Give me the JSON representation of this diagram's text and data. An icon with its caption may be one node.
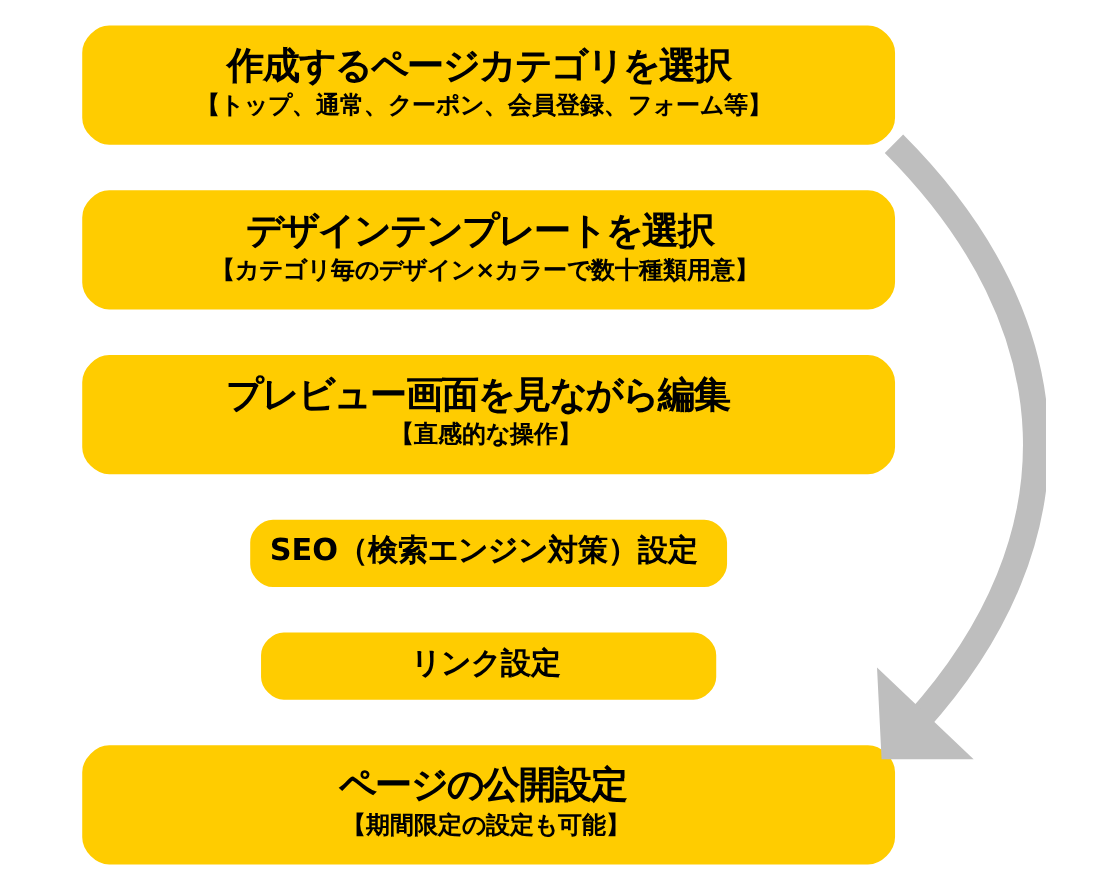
{
  "diagram": {
    "nodes": [
      {
        "text": [
          "作成するページカテゴリを選択",
          "【トップ、通常、クーポン、会員登録、フォーム等】"
        ]
      },
      {
        "text": [
          "デザインテンプレートを選択",
          "【カテゴリ毎のデザイン×カラーで数十種類用意】"
        ]
      },
      {
        "text": [
          "プレビュー画面を見ながら編集",
          "【直感的な操作】"
        ]
      },
      {
        "text": [
          "SEO（検索エンジン対策）設定"
        ]
      },
      {
        "text": [
          "リンク設定"
        ]
      },
      {
        "text": [
          "ページの公開設定",
          "【期間限定の設定も可能】"
        ]
      }
    ],
    "edges": [
      {
        "from": 0,
        "to": 5,
        "arrow": "to",
        "color": "#bebebe"
      }
    ]
  }
}
